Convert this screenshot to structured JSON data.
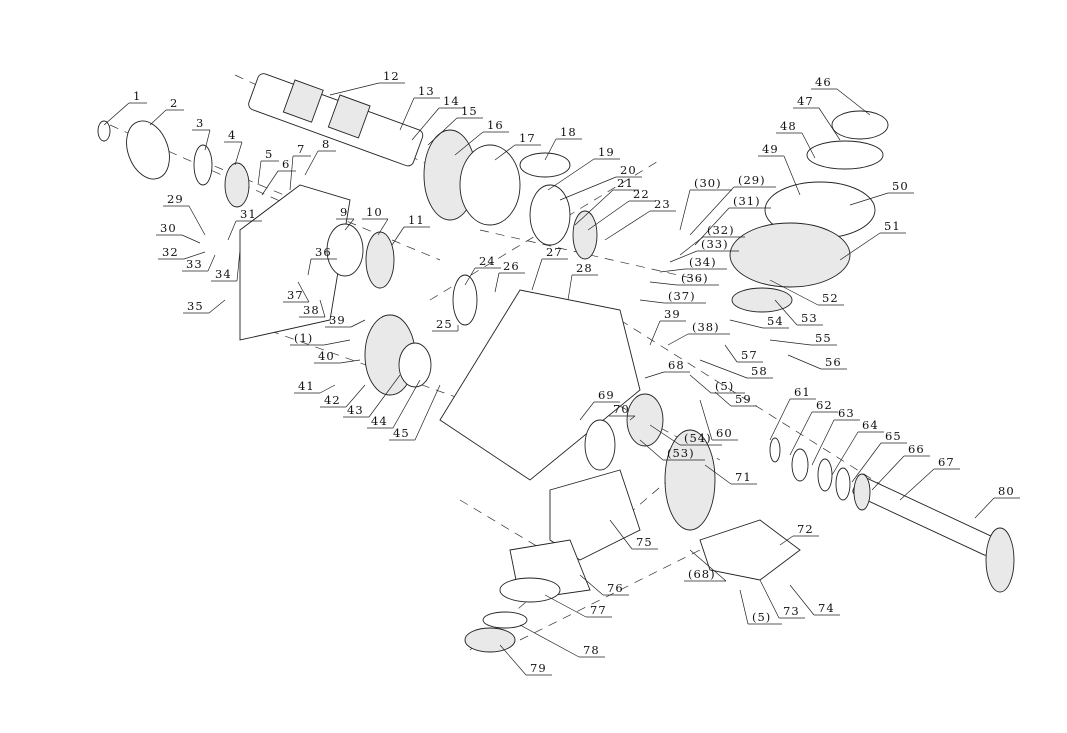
{
  "diagram": {
    "type": "exploded parts diagram",
    "labels": [
      "1",
      "2",
      "3",
      "4",
      "5",
      "6",
      "7",
      "8",
      "9",
      "10",
      "11",
      "12",
      "13",
      "14",
      "15",
      "16",
      "17",
      "18",
      "19",
      "20",
      "21",
      "22",
      "23",
      "24",
      "25",
      "26",
      "27",
      "28",
      "29",
      "30",
      "31",
      "32",
      "33",
      "34",
      "35",
      "36",
      "37",
      "38",
      "39",
      "(1)",
      "40",
      "41",
      "42",
      "43",
      "44",
      "45",
      "46",
      "47",
      "48",
      "49",
      "50",
      "51",
      "52",
      "53",
      "54",
      "55",
      "56",
      "57",
      "58",
      "59",
      "60",
      "61",
      "62",
      "63",
      "64",
      "65",
      "66",
      "67",
      "68",
      "69",
      "70",
      "71",
      "72",
      "73",
      "74",
      "75",
      "76",
      "77",
      "78",
      "79",
      "80",
      "(30)",
      "(29)",
      "(31)",
      "(32)",
      "(33)",
      "(34)",
      "(36)",
      "(37)",
      "(38)",
      "39",
      "(5)",
      "(54)",
      "(53)",
      "(68)",
      "(5)"
    ]
  }
}
